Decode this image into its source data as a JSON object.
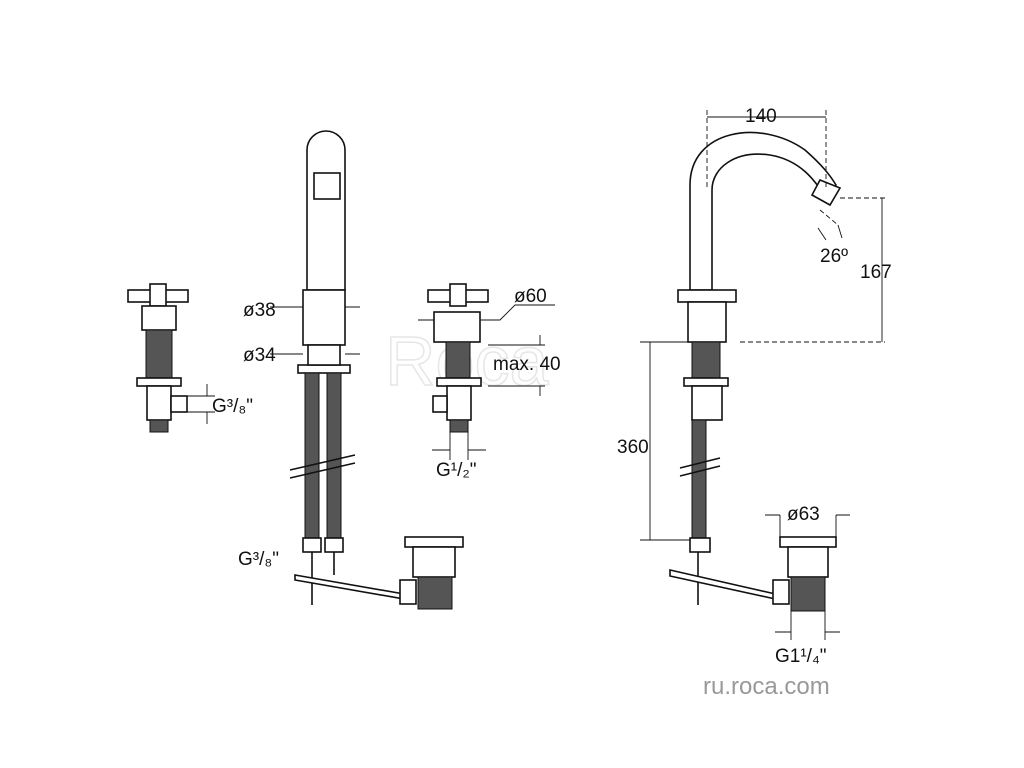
{
  "labels": {
    "d38": "ø38",
    "d34": "ø34",
    "d60": "ø60",
    "max40": "max. 40",
    "g38_left": "G³/₈\"",
    "g12": "G¹/₂\"",
    "g38_center": "G³/₈\"",
    "w140": "140",
    "angle26": "26º",
    "h167": "167",
    "h360": "360",
    "d63": "ø63",
    "g114": "G1¹/₄\""
  },
  "watermark": "Roca",
  "footer_url": "ru.roca.com"
}
